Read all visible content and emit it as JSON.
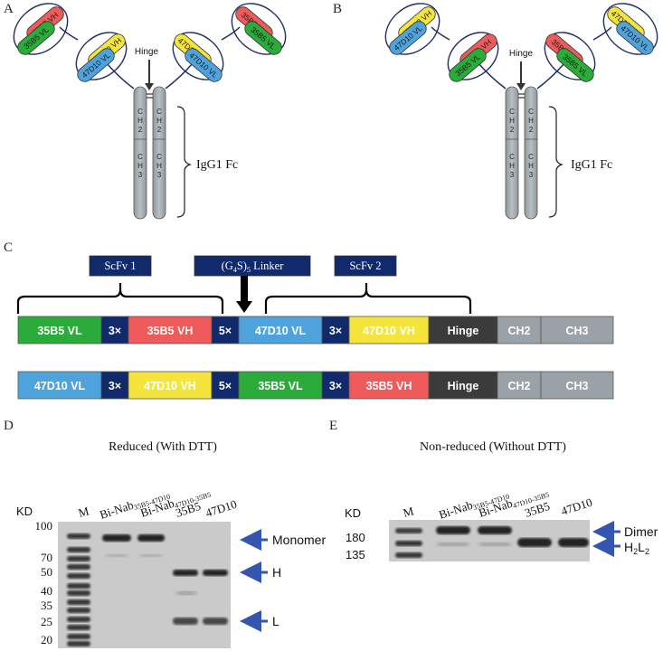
{
  "panels": {
    "a": "A",
    "b": "B",
    "c": "C",
    "d": "D",
    "e": "E"
  },
  "antibody_a": {
    "outer_left_top": "35B5 VH",
    "outer_left_bottom": "35B5 VL",
    "inner_left_top": "47D10 VH",
    "inner_left_bottom": "47D10 VL",
    "inner_right_top": "47D10 VH",
    "inner_right_bottom": "47D10 VL",
    "outer_right_top": "35B5 VH",
    "outer_right_bottom": "35B5 VL",
    "hinge": "Hinge",
    "fc": "IgG1 Fc",
    "ch2": "CH2",
    "ch3": "CH3"
  },
  "antibody_b": {
    "outer_left_top": "47D10 VH",
    "outer_left_bottom": "47D10 VL",
    "inner_left_top": "35B5 VH",
    "inner_left_bottom": "35B5 VL",
    "inner_right_top": "35B5 VH",
    "inner_right_bottom": "35B5 VL",
    "outer_right_top": "47D10 VH",
    "outer_right_bottom": "47D10 VL",
    "hinge": "Hinge",
    "fc": "IgG1 Fc",
    "ch2": "CH2",
    "ch3": "CH3"
  },
  "constructs": {
    "scfv1": "ScFv 1",
    "linker_prefix": "(G",
    "linker_sub1": "4",
    "linker_mid": "S)",
    "linker_sub2": "5",
    "linker_suffix": " Linker",
    "scfv2": "ScFv 2",
    "rows": [
      [
        "35B5 VL",
        "3×",
        "35B5 VH",
        "5×",
        "47D10 VL",
        "3×",
        "47D10 VH",
        "Hinge",
        "CH2",
        "CH3"
      ],
      [
        "47D10 VL",
        "3×",
        "47D10 VH",
        "5×",
        "35B5 VL",
        "3×",
        "35B5 VH",
        "Hinge",
        "CH2",
        "CH3"
      ]
    ]
  },
  "colors": {
    "vl35": "#2bab3a",
    "vh35": "#ef5a5a",
    "vl47": "#4fa3dc",
    "vh47": "#f4e43c",
    "linker": "#102a6b",
    "hinge": "#3b3b3b",
    "ch": "#9aa2a8",
    "header_box": "#102a6b",
    "gel_arrow": "#3556b0",
    "stem": "#a9b0b5"
  },
  "gel_d": {
    "title": "Reduced (With DTT)",
    "kd": "KD",
    "marker": "M",
    "lane1": "Bi-Nab",
    "lane1_sub": "35B5-47D10",
    "lane2": "Bi-Nab",
    "lane2_sub": "47D10-35B5",
    "lane3": "35B5",
    "lane4": "47D10",
    "ladder": [
      "100",
      "70",
      "50",
      "40",
      "35",
      "25",
      "20"
    ],
    "arrows": [
      "Monomer",
      "H",
      "L"
    ]
  },
  "gel_e": {
    "title": "Non-reduced (Without DTT)",
    "kd": "KD",
    "marker": "M",
    "lane1": "Bi-Nab",
    "lane1_sub": "35B5-47D10",
    "lane2": "Bi-Nab",
    "lane2_sub": "47D10-35B5",
    "lane3": "35B5",
    "lane4": "47D10",
    "ladder": [
      "180",
      "135"
    ],
    "arrow_dimer": "Dimer",
    "arrow_h2l2_prefix": "H",
    "arrow_h2l2_sub1": "2",
    "arrow_h2l2_mid": "L",
    "arrow_h2l2_sub2": "2"
  }
}
